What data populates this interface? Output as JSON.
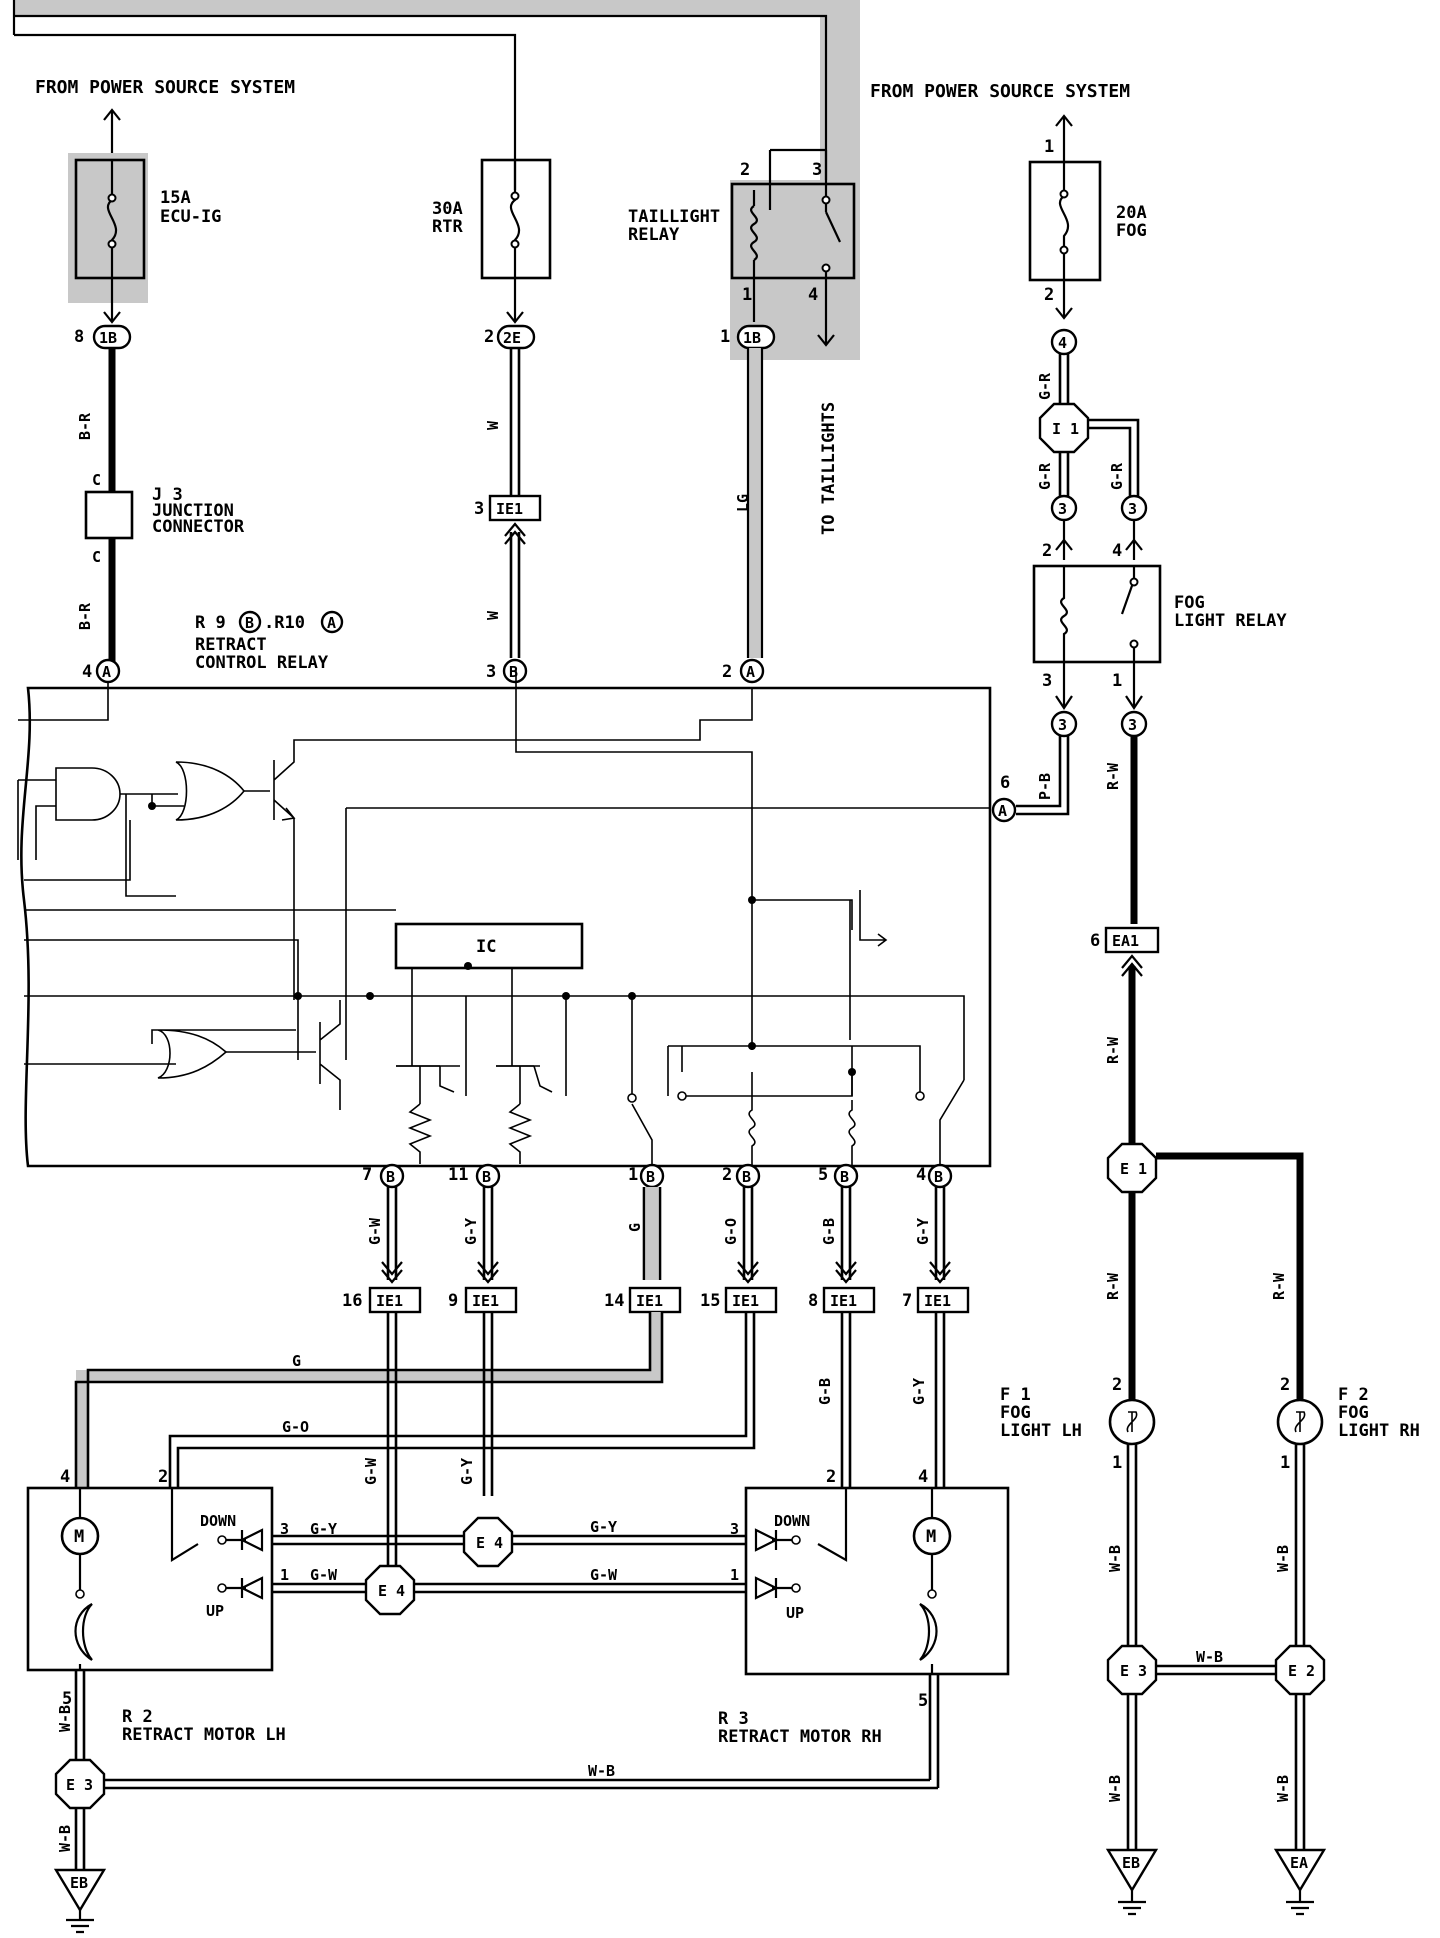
{
  "sources": {
    "left": "FROM POWER SOURCE SYSTEM",
    "right": "FROM POWER SOURCE SYSTEM"
  },
  "fuses": {
    "ecu_ig": {
      "rating": "15A",
      "name": "ECU-IG"
    },
    "rtr": {
      "rating": "30A",
      "name": "RTR"
    },
    "fog": {
      "rating": "20A",
      "name": "FOG"
    }
  },
  "relays": {
    "taillight": {
      "line1": "TAILLIGHT",
      "line2": "RELAY"
    },
    "fog": {
      "line1": "FOG",
      "line2": "LIGHT RELAY"
    },
    "retract": {
      "ref": "R 9",
      "ref_b": "B",
      "ref2": "R10",
      "ref_a": "A",
      "line1": "RETRACT",
      "line2": "CONTROL RELAY",
      "ic": "IC"
    }
  },
  "junction": {
    "ref": "J 3",
    "line1": "JUNCTION",
    "line2": "CONNECTOR",
    "pin": "C"
  },
  "to_taillights": "TO TAILLIGHTS",
  "connectors": {
    "c1b": "1B",
    "c2e": "2E",
    "c4": "4",
    "ci1": "I 1",
    "c3": "3",
    "ie1": "IE1",
    "ea1": "EA1",
    "e1": "E 1",
    "e3": "E 3",
    "e2": "E 2",
    "e4": "E 4",
    "ca": "A",
    "cb": "B",
    "eb": "EB",
    "ea": "EA"
  },
  "pins": {
    "p1": "1",
    "p2": "2",
    "p3": "3",
    "p4": "4",
    "p5": "5",
    "p6": "6",
    "p7": "7",
    "p8": "8",
    "p9": "9",
    "p11": "11",
    "p14": "14",
    "p15": "15",
    "p16": "16"
  },
  "wires": {
    "br": "B-R",
    "w": "W",
    "lg": "LG",
    "gr": "G-R",
    "pb": "P-B",
    "rw": "R-W",
    "gw": "G-W",
    "gy": "G-Y",
    "g": "G",
    "go": "G-O",
    "gb": "G-B",
    "wb": "W-B"
  },
  "motors": {
    "lh": {
      "ref": "R 2",
      "name": "RETRACT MOTOR LH"
    },
    "rh": {
      "ref": "R 3",
      "name": "RETRACT MOTOR RH"
    },
    "m": "M",
    "down": "DOWN",
    "up": "UP"
  },
  "fog_lights": {
    "lh": {
      "ref": "F 1",
      "line1": "FOG",
      "line2": "LIGHT LH"
    },
    "rh": {
      "ref": "F 2",
      "line1": "FOG",
      "line2": "LIGHT RH"
    }
  }
}
